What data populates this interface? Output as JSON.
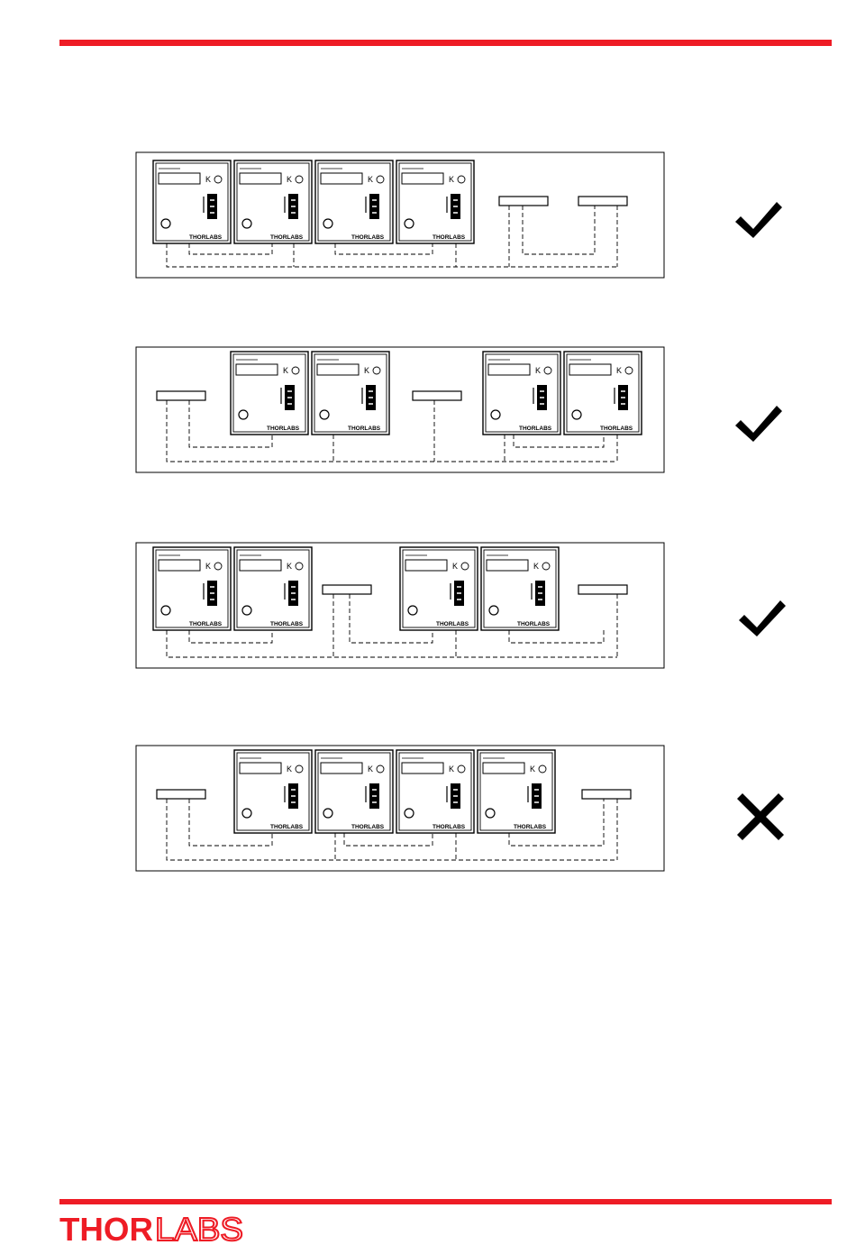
{
  "brand": {
    "name": "THORLABS",
    "color": "#ee1c25"
  },
  "module": {
    "badge_letter": "K",
    "maker_mark": "THORLABS"
  },
  "diagrams": [
    {
      "modules": 4,
      "sockets": 2,
      "status": "valid",
      "status_icon": "check-icon"
    },
    {
      "modules": 4,
      "sockets": 2,
      "status": "valid",
      "status_icon": "check-icon"
    },
    {
      "modules": 4,
      "sockets": 2,
      "status": "valid",
      "status_icon": "check-icon"
    },
    {
      "modules": 4,
      "sockets": 2,
      "status": "invalid",
      "status_icon": "cross-icon"
    }
  ]
}
